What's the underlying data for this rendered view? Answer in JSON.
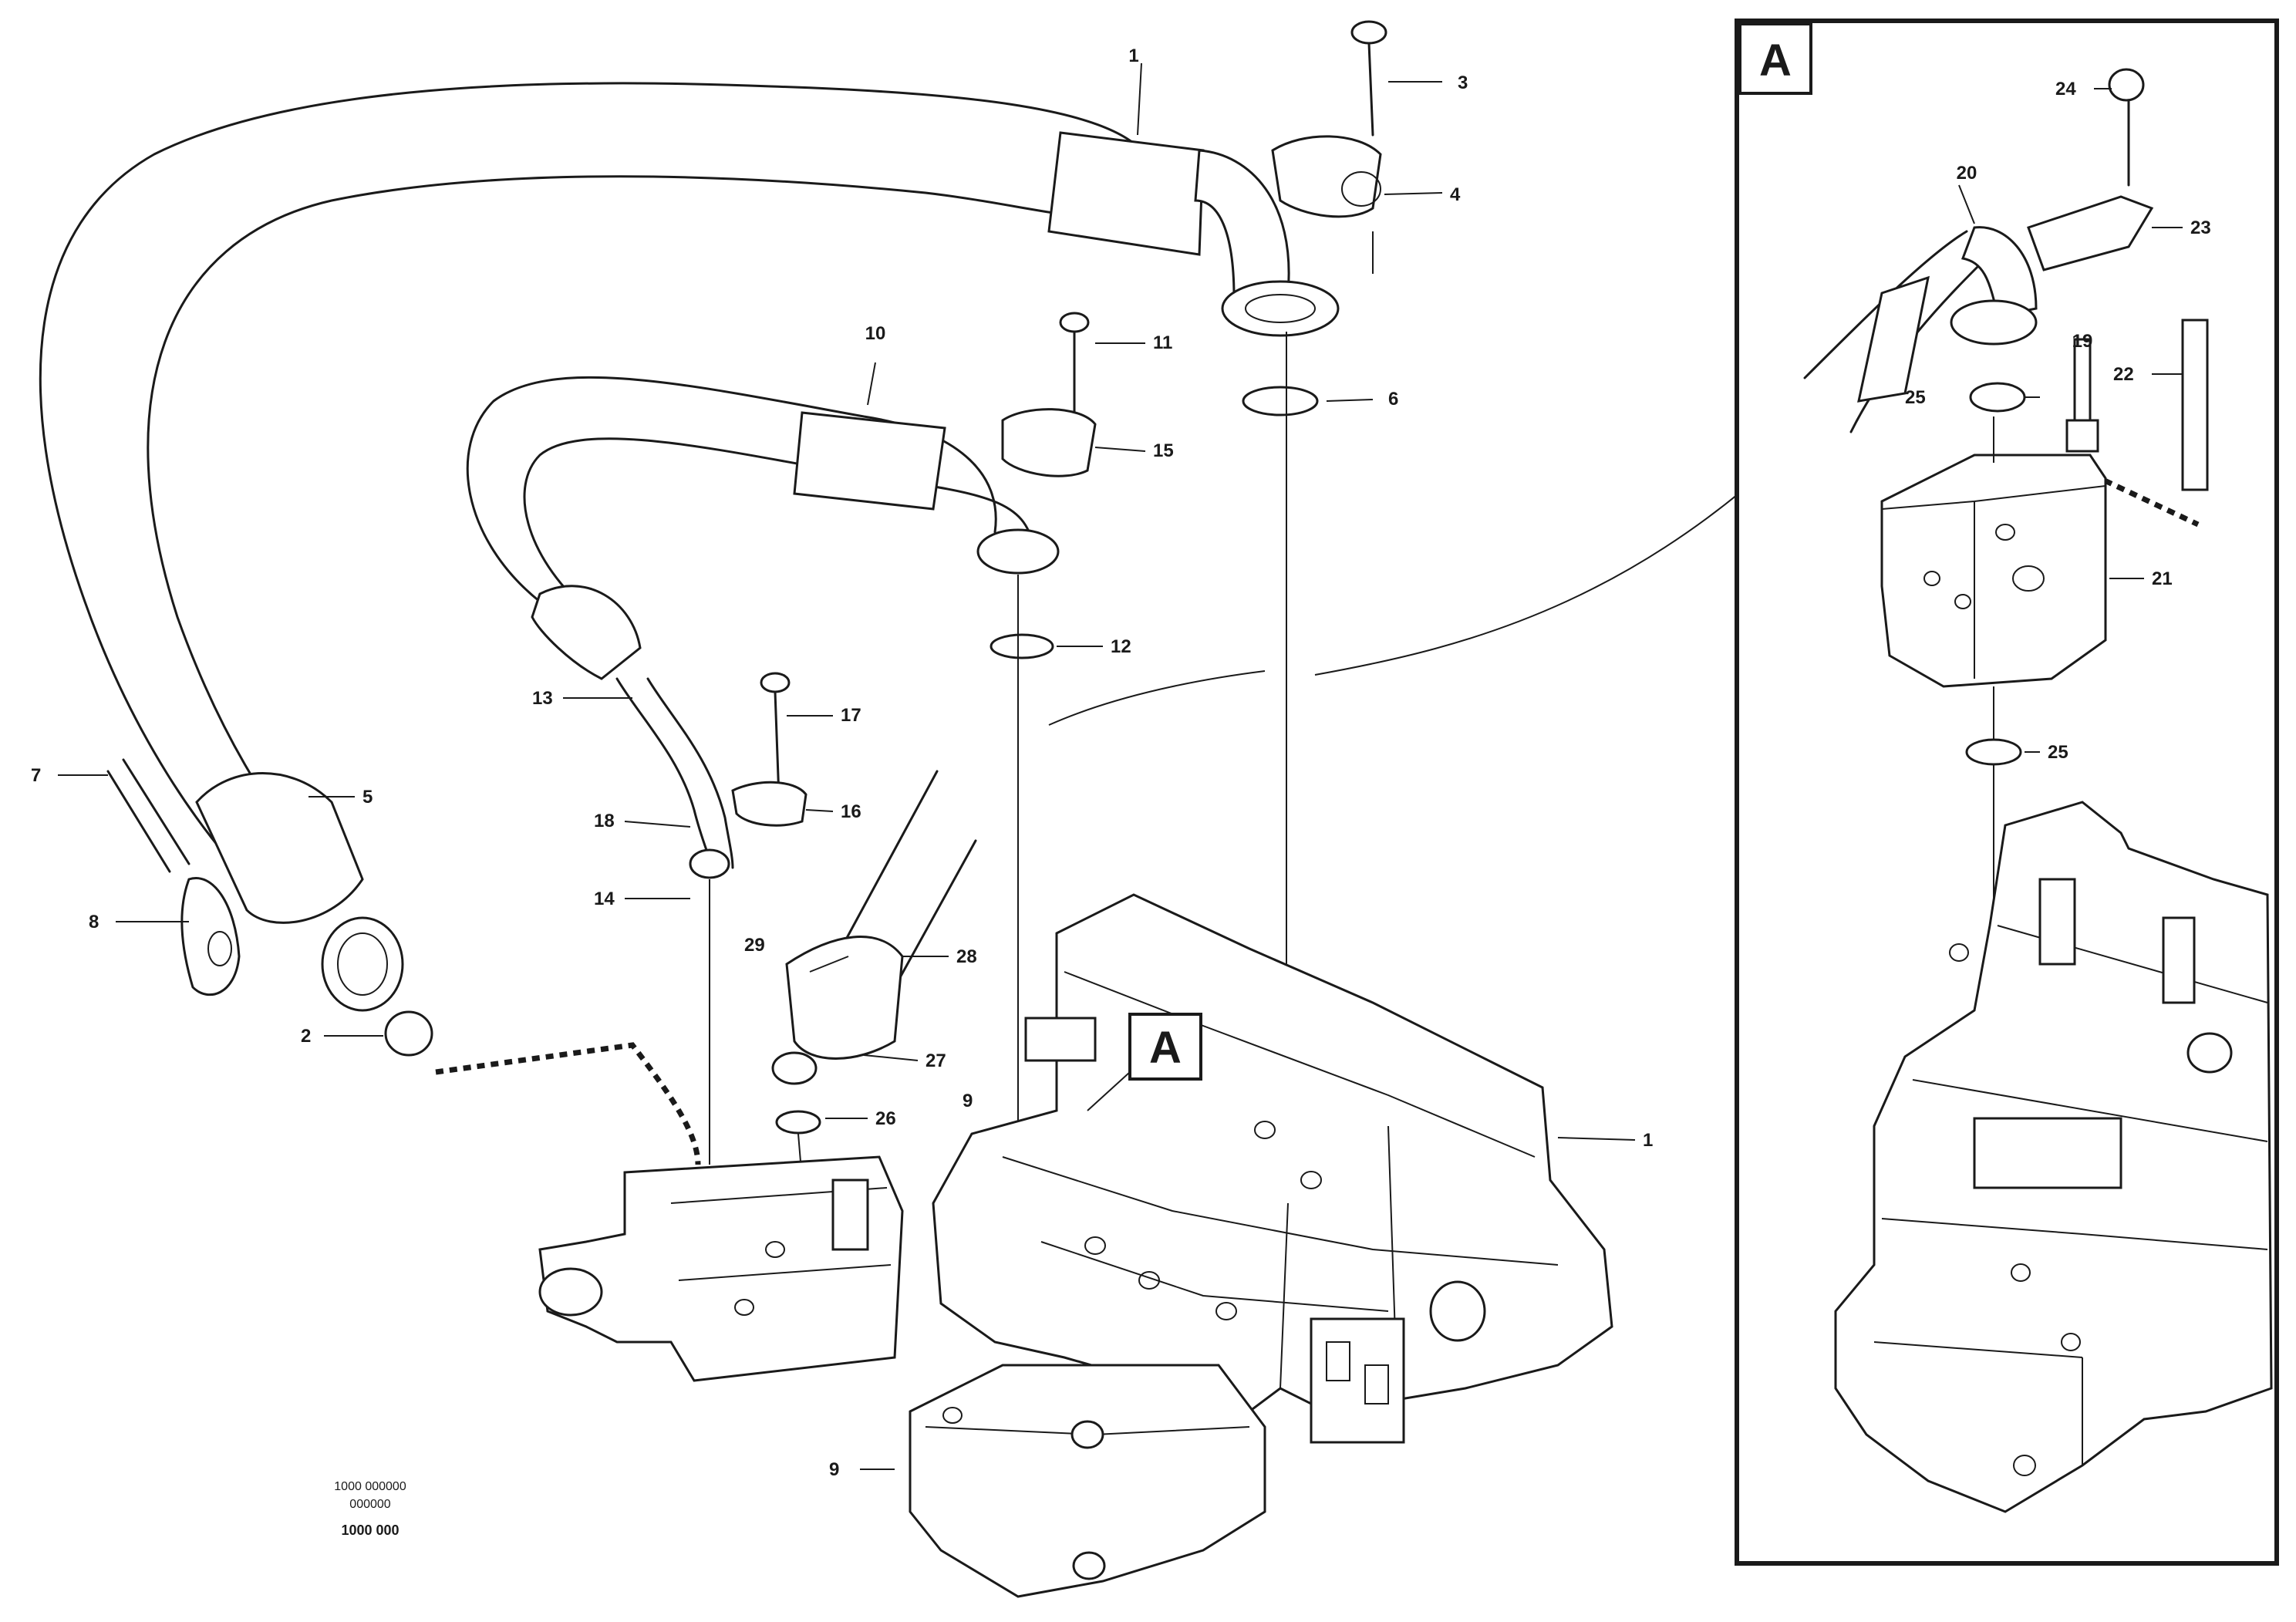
{
  "callouts": {
    "main_a": "A",
    "detail_a": "A"
  },
  "labels": {
    "p1_top": "1",
    "p1_right": "1",
    "p2": "2",
    "p3": "3",
    "p4": "4",
    "p5": "5",
    "p6": "6",
    "p7": "7",
    "p8": "8",
    "p9": "9",
    "p9b": "9",
    "p10": "10",
    "p11": "11",
    "p12": "12",
    "p13": "13",
    "p14": "14",
    "p15": "15",
    "p16": "16",
    "p17": "17",
    "p18": "18",
    "p19": "19",
    "p20": "20",
    "p21": "21",
    "p22": "22",
    "p23": "23",
    "p24": "24",
    "p25": "25",
    "p25b": "25",
    "p26": "26",
    "p27": "27",
    "p28": "28",
    "p29": "29"
  },
  "stamp": {
    "line1": "1000 000000",
    "line2": "000000",
    "line3": "1000 000"
  },
  "colors": {
    "ink": "#1a1a1a",
    "paper": "#ffffff"
  }
}
